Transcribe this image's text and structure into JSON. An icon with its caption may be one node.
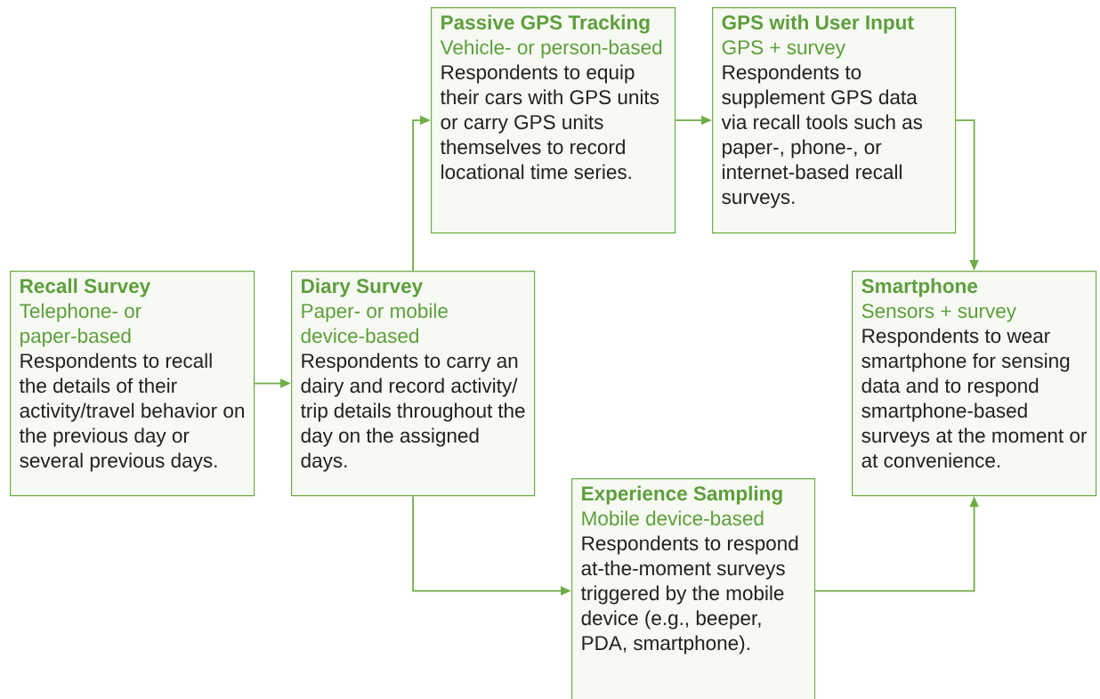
{
  "diagram": {
    "nodes": [
      {
        "text": [
          "Recall Survey",
          "Telephone- or paper-based",
          "Respondents to recall the details of their activity/travel behavior on the previous day or several previous days."
        ]
      },
      {
        "text": [
          "Diary Survey",
          "Paper- or mobile device-based",
          "Respondents to carry an dairy and record activity/ trip details throughout the day on the assigned days."
        ]
      },
      {
        "text": [
          "Passive GPS Tracking",
          "Vehicle- or person-based",
          "Respondents to equip their cars with GPS units or carry GPS units themselves to record locational time series."
        ]
      },
      {
        "text": [
          "GPS with User Input",
          "GPS + survey",
          "Respondents to supplement  GPS data via recall tools such as paper-, phone-, or internet-based recall surveys."
        ]
      },
      {
        "text": [
          "Smartphone",
          "Sensors + survey",
          "Respondents to wear smartphone for sensing data and to respond smartphone-based surveys at the moment or at convenience."
        ]
      },
      {
        "text": [
          "Experience Sampling",
          "Mobile device-based",
          "Respondents to respond at-the-moment surveys triggered by the mobile device (e.g., beeper, PDA, smartphone)."
        ]
      }
    ],
    "edges": [
      {
        "from": 0,
        "to": 1,
        "arrow": "to"
      },
      {
        "from": 1,
        "to": 2,
        "arrow": "to"
      },
      {
        "from": 2,
        "to": 3,
        "arrow": "to"
      },
      {
        "from": 3,
        "to": 4,
        "arrow": "to"
      },
      {
        "from": 1,
        "to": 5,
        "arrow": "to"
      },
      {
        "from": 5,
        "to": 4,
        "arrow": "to"
      }
    ]
  }
}
